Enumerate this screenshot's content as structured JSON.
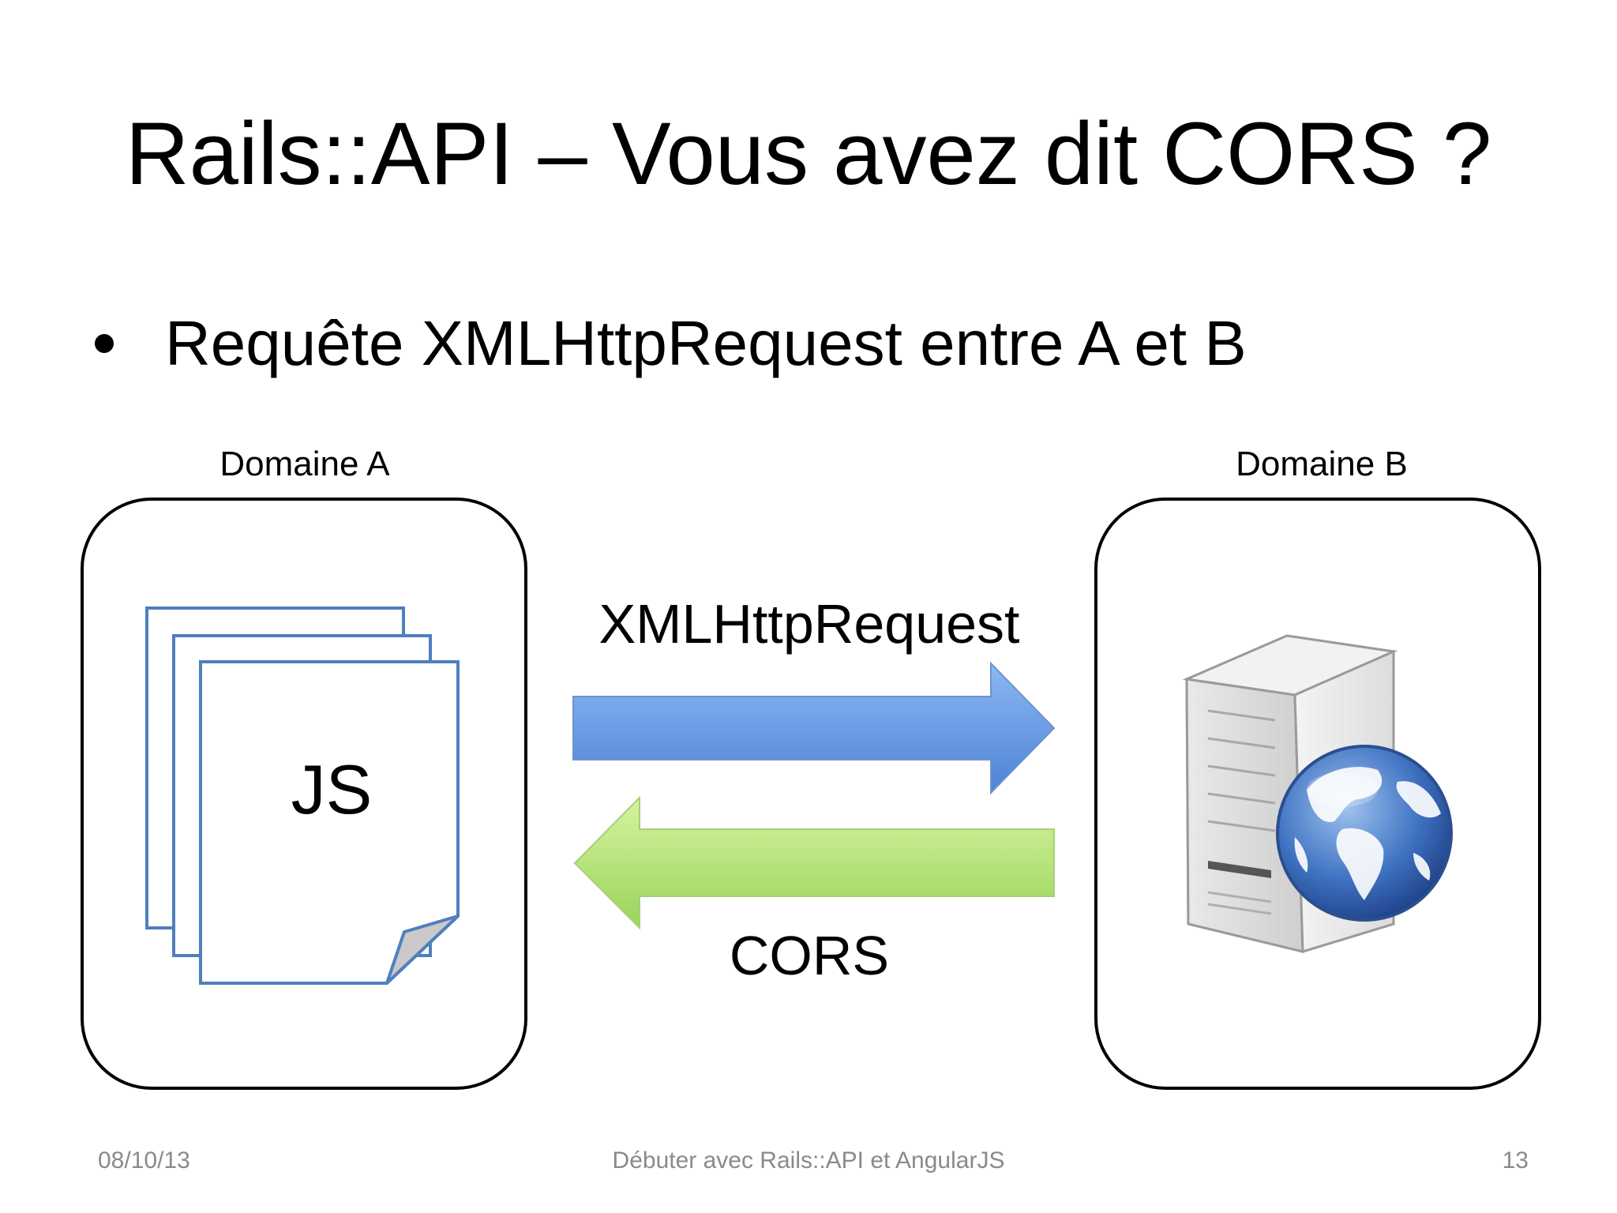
{
  "slide": {
    "title": "Rails::API – Vous avez dit CORS ?",
    "bullet": "Requête XMLHttpRequest entre A et B"
  },
  "diagram": {
    "domain_a": {
      "label": "Domaine A",
      "document_text": "JS",
      "icon": "stacked-documents-icon"
    },
    "domain_b": {
      "label": "Domaine B",
      "icon": "web-server-globe-icon"
    },
    "request_arrow": {
      "label": "XMLHttpRequest",
      "direction": "right",
      "color": "#6a9ee6"
    },
    "response_arrow": {
      "label": "CORS",
      "direction": "left",
      "color": "#b6e27a"
    }
  },
  "footer": {
    "date": "08/10/13",
    "center": "Débuter avec Rails::API et AngularJS",
    "page": "13"
  }
}
